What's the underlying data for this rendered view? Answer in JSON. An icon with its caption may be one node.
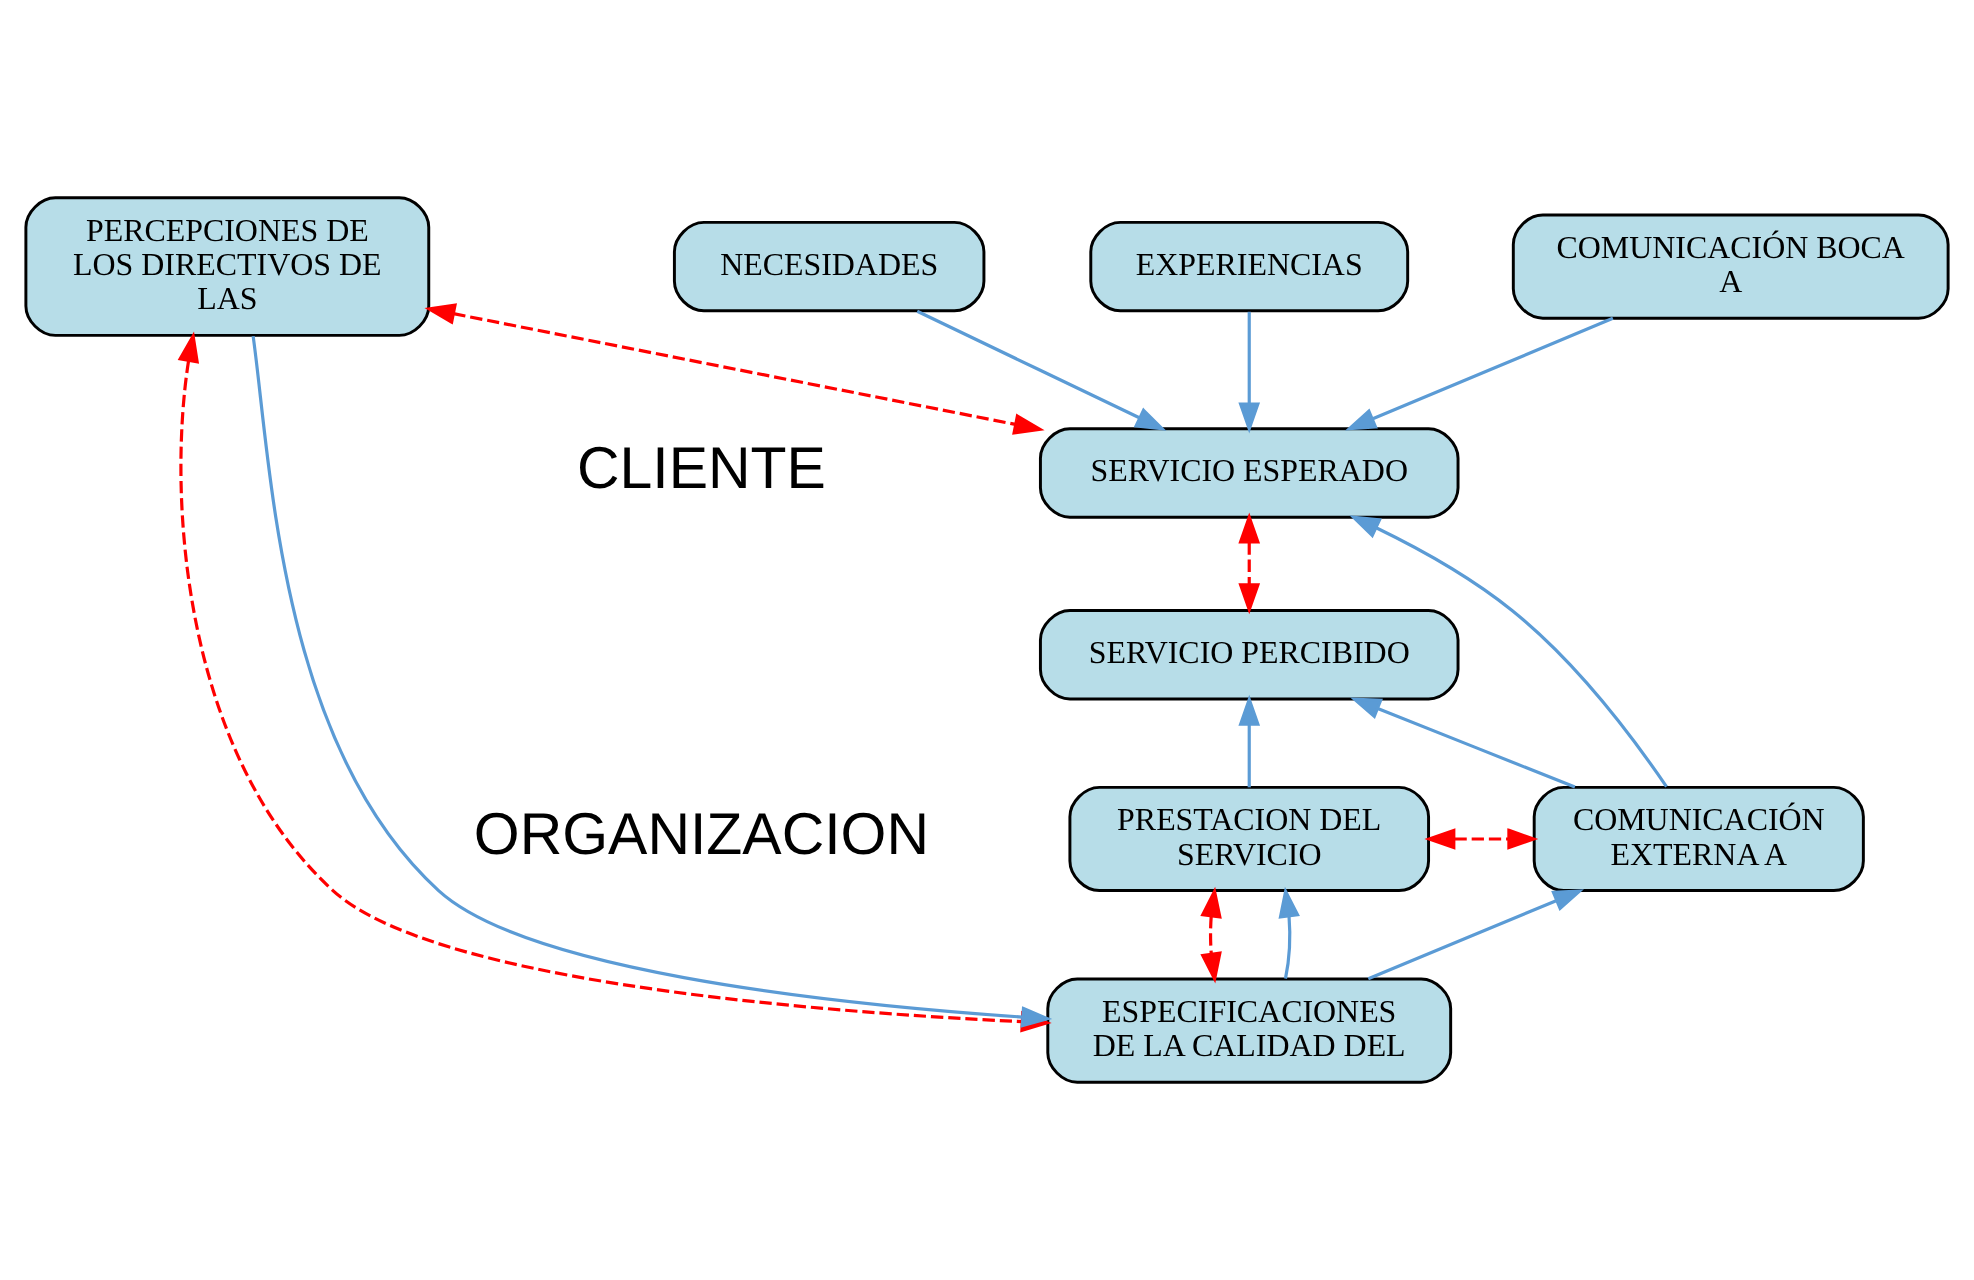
{
  "diagram": {
    "nodes": [
      {
        "text": [
          "COMUNICACIÓN BOCA A"
        ]
      },
      {
        "text": [
          "NECESIDADES"
        ]
      },
      {
        "text": [
          "EXPERIENCIAS"
        ]
      },
      {
        "text": [
          "SERVICIO ESPERADO"
        ]
      },
      {
        "text": [
          "SERVICIO PERCIBIDO"
        ]
      },
      {
        "text": [
          "PRESTACION DEL SERVICIO"
        ]
      },
      {
        "text": [
          "COMUNICACIÓN EXTERNA A"
        ]
      },
      {
        "text": [
          "ESPECIFICACIONES DE LA CALIDAD DEL"
        ]
      },
      {
        "text": [
          "PERCEPCIONES DE LOS DIRECTIVOS DE LAS"
        ]
      }
    ],
    "edges": [
      {
        "from": 0,
        "to": 3,
        "arrow": "to"
      },
      {
        "from": 1,
        "to": 3,
        "arrow": "to"
      },
      {
        "from": 2,
        "to": 3,
        "arrow": "to"
      },
      {
        "from": 8,
        "to": 3,
        "arrow": "both",
        "style": "dashed",
        "color": "#ff0000"
      },
      {
        "from": 3,
        "to": 4,
        "arrow": "both",
        "style": "dashed",
        "color": "#ff0000"
      },
      {
        "from": 6,
        "to": 3,
        "arrow": "to"
      },
      {
        "from": 6,
        "to": 4,
        "arrow": "to"
      },
      {
        "from": 5,
        "to": 4,
        "arrow": "to"
      },
      {
        "from": 5,
        "to": 6,
        "arrow": "both",
        "style": "dashed",
        "color": "#ff0000"
      },
      {
        "from": 5,
        "to": 7,
        "arrow": "both",
        "style": "dashed",
        "color": "#ff0000"
      },
      {
        "from": 7,
        "to": 5,
        "arrow": "to"
      },
      {
        "from": 7,
        "to": 6,
        "arrow": "to"
      },
      {
        "from": 8,
        "to": 7,
        "arrow": "both",
        "style": "dashed",
        "color": "#ff0000"
      },
      {
        "from": 8,
        "to": 7,
        "arrow": "to"
      }
    ],
    "labels": [
      "CLIENTE",
      "ORGANIZACION"
    ]
  }
}
